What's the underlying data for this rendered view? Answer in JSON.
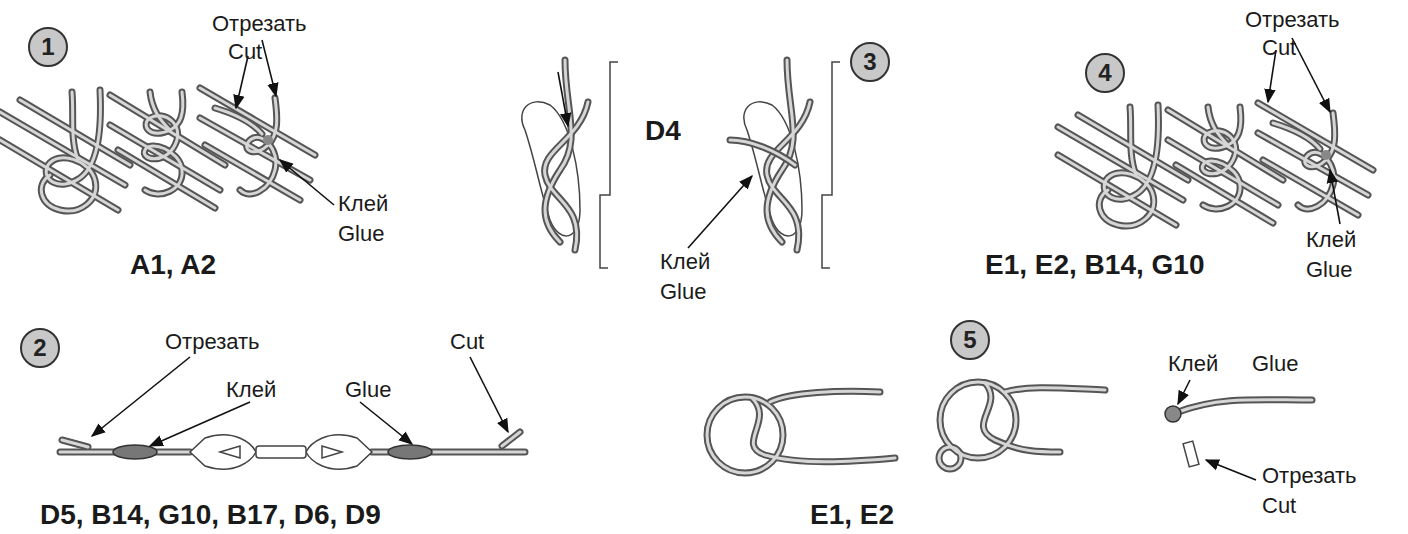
{
  "diagram": {
    "nodes": [
      {
        "text": [
          "1"
        ]
      },
      {
        "text": [
          "3"
        ]
      },
      {
        "text": [
          "4"
        ]
      },
      {
        "text": [
          "2"
        ]
      },
      {
        "text": [
          "5"
        ]
      }
    ],
    "labels": [
      "Отрезать",
      "Cut",
      "Клей",
      "Glue",
      "A1, A2",
      "D4",
      "Клей",
      "Glue",
      "Отрезать",
      "Cut",
      "Клей",
      "Glue",
      "E1, E2, B14, G10",
      "Отрезать",
      "Клей",
      "Glue",
      "Cut",
      "D5, B14, G10, B17, D6, D9",
      "E1, E2",
      "Клей",
      "Glue",
      "Отрезать",
      "Cut"
    ]
  }
}
